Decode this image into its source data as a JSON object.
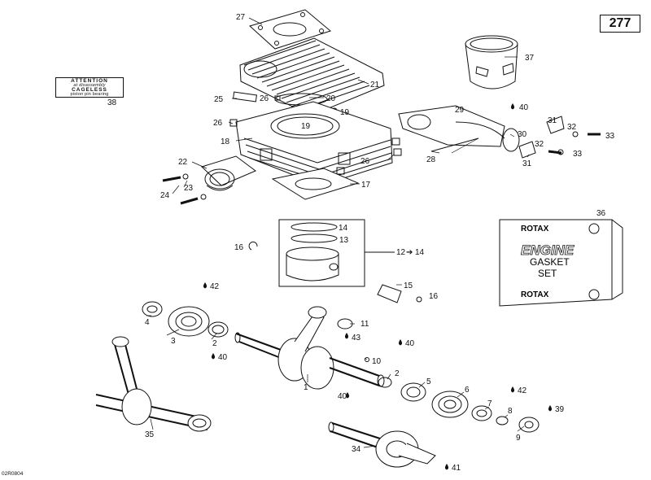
{
  "page_number": "277",
  "diagram_code": "02R0804",
  "attention_tag": {
    "line1": "ATTENTION",
    "line2": "at disassembly",
    "line3": "CAGELESS",
    "line4": "piston pin bearing"
  },
  "gasket_set": {
    "brand_top": "ROTAX",
    "word1": "ENGINE",
    "word2": "GASKET",
    "word3": "SET",
    "brand_bottom": "ROTAX"
  },
  "callouts": {
    "c1": "1",
    "c2a": "2",
    "c2b": "2",
    "c3": "3",
    "c4": "4",
    "c5": "5",
    "c6": "6",
    "c7": "7",
    "c8": "8",
    "c9": "9",
    "c10": "10",
    "c11": "11",
    "c12": "12",
    "c12_arrow": "➔",
    "c12_to": "14",
    "c13": "13",
    "c14": "14",
    "c15": "15",
    "c16a": "16",
    "c16b": "16",
    "c17": "17",
    "c18": "18",
    "c19a": "19",
    "c19b": "19",
    "c20": "20",
    "c21": "21",
    "c22": "22",
    "c23": "23",
    "c24": "24",
    "c25": "25",
    "c26a": "26",
    "c26b": "26",
    "c26c": "26",
    "c27": "27",
    "c28": "28",
    "c29": "29",
    "c30": "30",
    "c31a": "31",
    "c31b": "31",
    "c32a": "32",
    "c32b": "32",
    "c33a": "33",
    "c33b": "33",
    "c34": "34",
    "c35": "35",
    "c36": "36",
    "c37": "37",
    "c38": "38",
    "c39": "39",
    "c40a": "40",
    "c40b": "40",
    "c40c": "40",
    "c40d": "40",
    "c41": "41",
    "c42a": "42",
    "c42b": "42",
    "c43": "43"
  }
}
